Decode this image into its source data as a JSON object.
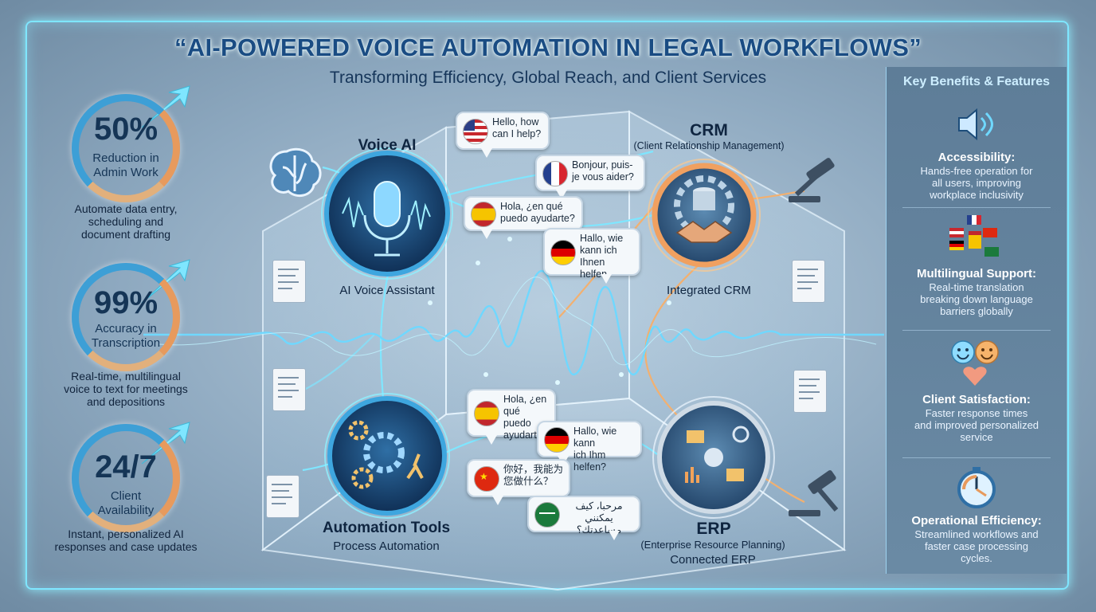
{
  "header": {
    "title": "“AI-POWERED VOICE AUTOMATION IN LEGAL WORKFLOWS”",
    "subtitle": "Transforming Efficiency, Global Reach, and Client Services"
  },
  "stats": [
    {
      "value": "50%",
      "label1": "Reduction in",
      "label2": "Admin Work",
      "desc1": "Automate data entry,",
      "desc2": "scheduling and",
      "desc3": "document drafting"
    },
    {
      "value": "99%",
      "label1": "Accuracy in",
      "label2": "Transcription",
      "desc1": "Real-time, multilingual",
      "desc2": "voice to text for meetings",
      "desc3": "and depositions"
    },
    {
      "value": "24/7",
      "label1": "Client",
      "label2": "Availability",
      "desc1": "Instant, personalized AI",
      "desc2": "responses and case updates",
      "desc3": ""
    }
  ],
  "nodes": {
    "voice": {
      "title": "Voice AI",
      "caption": "AI Voice Assistant"
    },
    "crm": {
      "title": "CRM",
      "sub": "(Client Relationship Management)",
      "caption": "Integrated CRM"
    },
    "automation": {
      "title": "Automation Tools",
      "caption": "Process Automation"
    },
    "erp": {
      "title": "ERP",
      "sub": "(Enterprise Resource Planning)",
      "caption": "Connected ERP"
    }
  },
  "bubbles": [
    {
      "l1": "Hello, how",
      "l2": "can I help?",
      "flag": "us"
    },
    {
      "l1": "Bonjour, puis-",
      "l2": "je vous aider?",
      "flag": "fr"
    },
    {
      "l1": "Hola, ¿en qué",
      "l2": "puedo ayudarte?",
      "flag": "es"
    },
    {
      "l1": "Hallo, wie",
      "l2": "kann ich",
      "l3": "Ihnen helfen",
      "flag": "de"
    },
    {
      "l1": "Hola, ¿en",
      "l2": "qué puedo",
      "l3": "ayudarte?",
      "flag": "es"
    },
    {
      "l1": "Hallo, wie kann",
      "l2": "ich Ihm helfen?",
      "flag": "de"
    },
    {
      "l1": "你好，我能为",
      "l2": "您做什么？",
      "flag": "cn"
    },
    {
      "l1": "مرحبا، كيف",
      "l2": "يمكنني مساعدتك؟",
      "flag": "sa"
    }
  ],
  "panel": {
    "title": "Key Benefits & Features",
    "features": [
      {
        "title": "Accessibility:",
        "d1": "Hands-free operation for",
        "d2": "all users, improving",
        "d3": "workplace inclusivity",
        "icon": "speaker-icon"
      },
      {
        "title": "Multilingual Support:",
        "d1": "Real-time translation",
        "d2": "breaking down language",
        "d3": "barriers globally",
        "icon": "flags-icon"
      },
      {
        "title": "Client Satisfaction:",
        "d1": "Faster response times",
        "d2": "and improved personalized",
        "d3": "service",
        "icon": "smiley-icon"
      },
      {
        "title": "Operational Efficiency:",
        "d1": "Streamlined workflows and",
        "d2": "faster case processing",
        "d3": "cycles.",
        "icon": "stopwatch-icon"
      }
    ]
  },
  "colors": {
    "accent": "#7fe6ff",
    "title": "#1a4c83",
    "ring_blue": "#3d9fd6",
    "ring_orange": "#e79a5d",
    "wave": "#6fd8ff",
    "crm_ring": "#f0a060"
  }
}
